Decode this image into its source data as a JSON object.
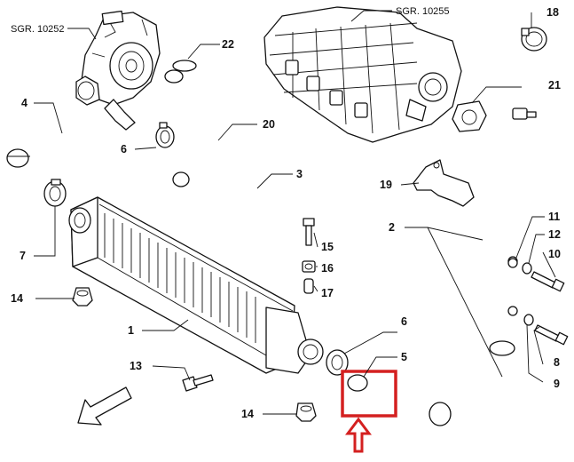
{
  "references": {
    "turbo_ref": "SGR. 10252",
    "manifold_ref": "SGR. 10255"
  },
  "callouts": {
    "c1": "1",
    "c2": "2",
    "c3": "3",
    "c4": "4",
    "c5": "5",
    "c6a": "6",
    "c6b": "6",
    "c7": "7",
    "c8": "8",
    "c9": "9",
    "c10": "10",
    "c11": "11",
    "c12": "12",
    "c13": "13",
    "c14a": "14",
    "c14b": "14",
    "c15": "15",
    "c16": "16",
    "c17": "17",
    "c18": "18",
    "c19": "19",
    "c20": "20",
    "c21": "21",
    "c22": "22"
  },
  "highlight": {
    "color": "#d42020",
    "target": "5"
  }
}
